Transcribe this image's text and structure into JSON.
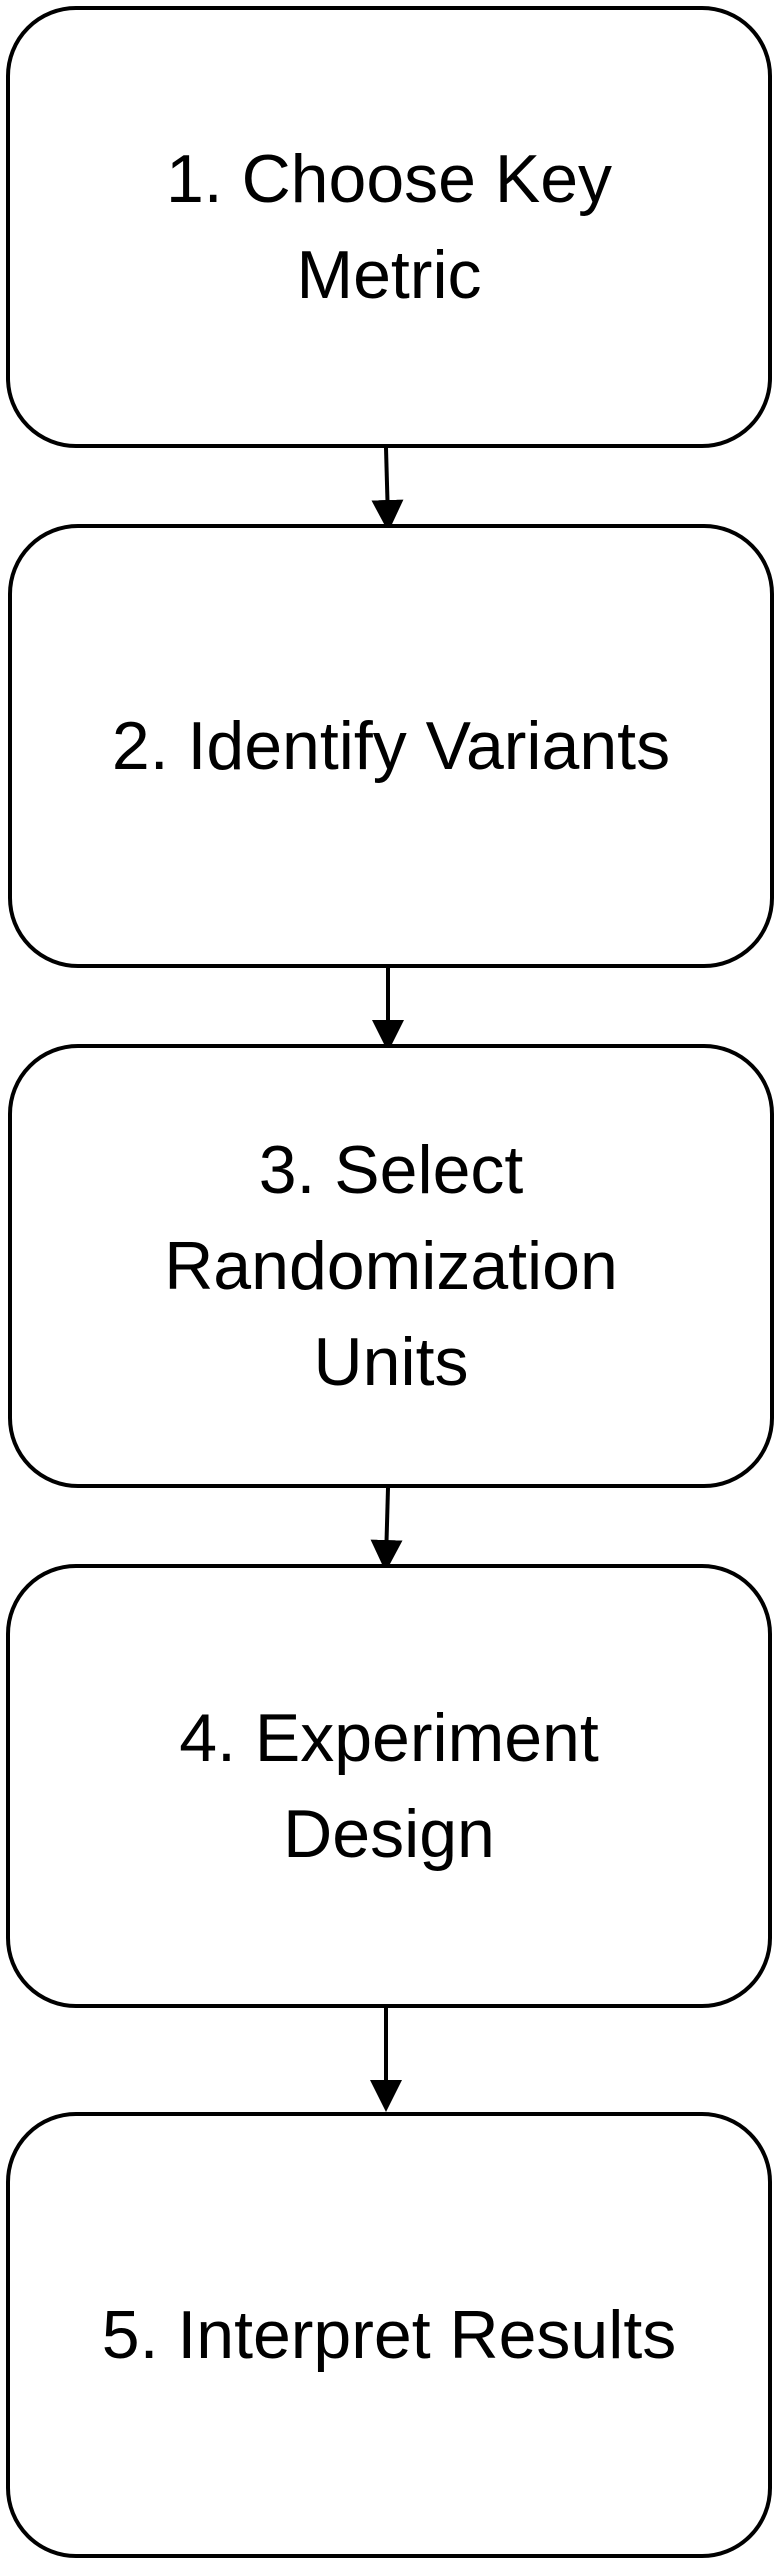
{
  "steps": [
    {
      "label": "1. Choose Key\nMetric"
    },
    {
      "label": "2. Identify Variants"
    },
    {
      "label": "3. Select\nRandomization\nUnits"
    },
    {
      "label": "4. Experiment\nDesign"
    },
    {
      "label": "5. Interpret Results"
    }
  ],
  "colors": {
    "stroke": "#000000",
    "fill": "#ffffff"
  }
}
